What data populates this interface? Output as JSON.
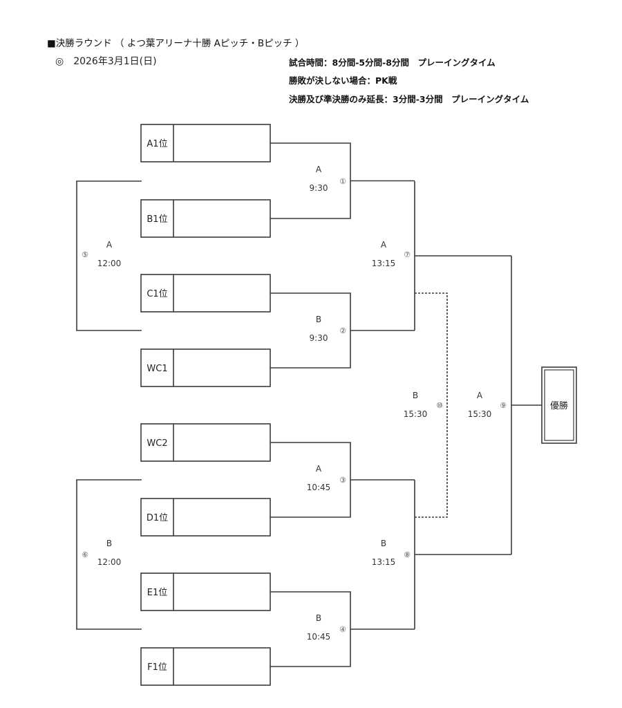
{
  "header": {
    "title": "■決勝ラウンド （ よつ葉アリーナ十勝 Aピッチ・Bピッチ ）",
    "date": "◎　2026年3月1日(日)",
    "rules": [
      "試合時間：8分間-5分間-8分間　プレーイングタイム",
      "勝敗が決しない場合：PK戦",
      "決勝及び準決勝のみ延長：3分間-3分間　プレーイングタイム"
    ]
  },
  "teams": [
    {
      "label": "A1位",
      "name": ""
    },
    {
      "label": "B1位",
      "name": ""
    },
    {
      "label": "C1位",
      "name": ""
    },
    {
      "label": "WC1",
      "name": ""
    },
    {
      "label": "WC2",
      "name": ""
    },
    {
      "label": "D1位",
      "name": ""
    },
    {
      "label": "E1位",
      "name": ""
    },
    {
      "label": "F1位",
      "name": ""
    }
  ],
  "matches": [
    {
      "number": "①",
      "pitch": "A",
      "time": "9:30"
    },
    {
      "number": "②",
      "pitch": "B",
      "time": "9:30"
    },
    {
      "number": "③",
      "pitch": "A",
      "time": "10:45"
    },
    {
      "number": "④",
      "pitch": "B",
      "time": "10:45"
    },
    {
      "number": "⑤",
      "pitch": "A",
      "time": "12:00"
    },
    {
      "number": "⑥",
      "pitch": "B",
      "time": "12:00"
    },
    {
      "number": "⑦",
      "pitch": "A",
      "time": "13:15"
    },
    {
      "number": "⑧",
      "pitch": "B",
      "time": "13:15"
    },
    {
      "number": "⑨",
      "pitch": "A",
      "time": "15:30"
    },
    {
      "number": "⑩",
      "pitch": "B",
      "time": "15:30"
    }
  ],
  "winner": {
    "label": "優勝"
  },
  "colors": {
    "line": "#3a3a3a",
    "text": "#222222"
  }
}
